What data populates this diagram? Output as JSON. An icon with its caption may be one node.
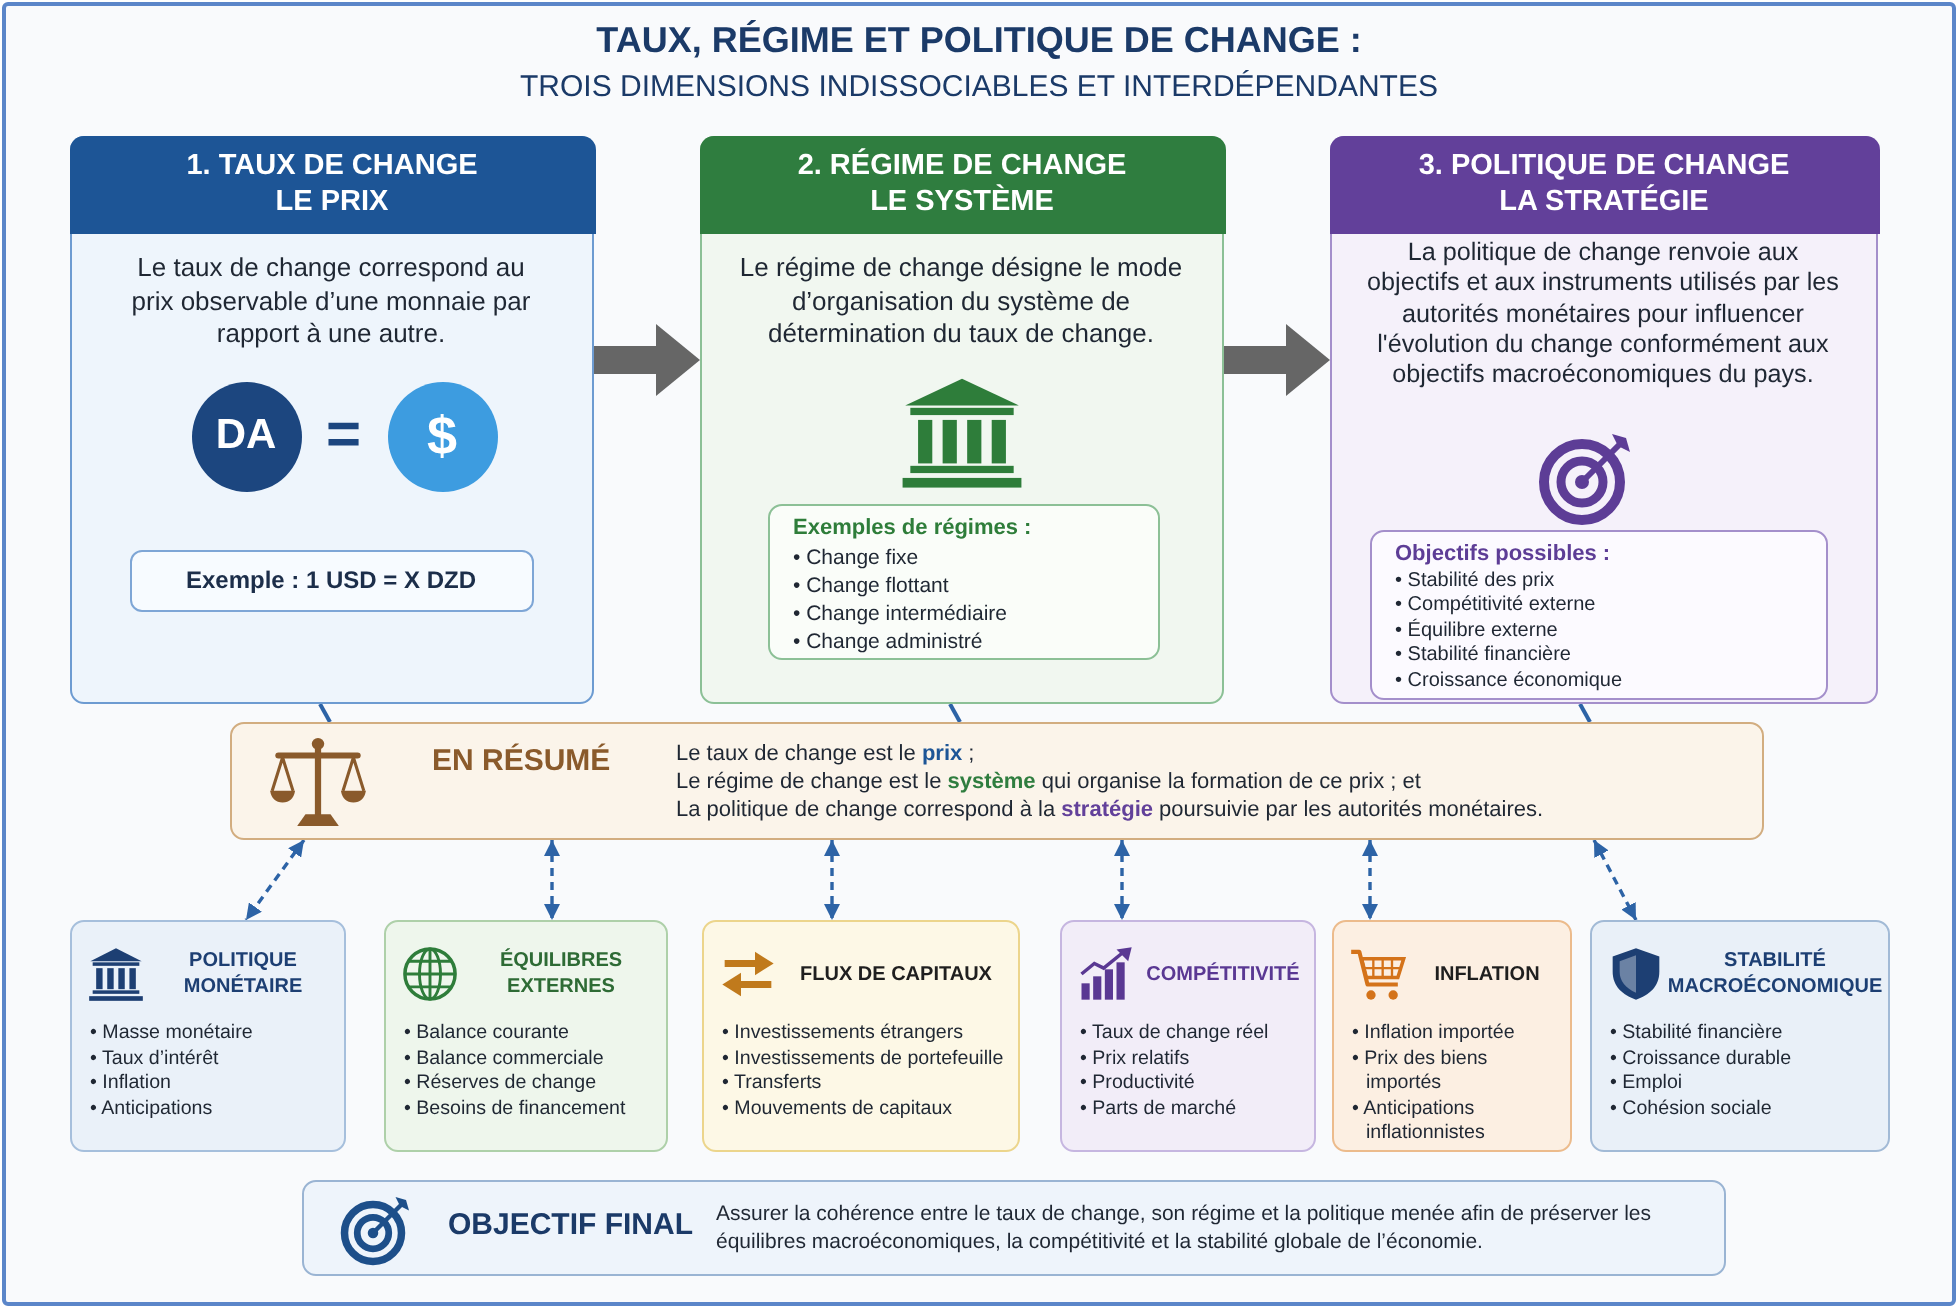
{
  "diagram": {
    "title": "TAUX, RÉGIME ET POLITIQUE DE CHANGE :",
    "nodes": [
      {
        "text": [
          "1. TAUX DE CHANGE LE PRIX",
          "Le taux de change correspond au prix observable d’une monnaie par rapport à une autre."
        ]
      },
      {
        "text": [
          "DA"
        ],
        "in": 0
      },
      {
        "text": [
          "$"
        ],
        "in": 0
      },
      {
        "text": [
          "Exemple : 1 USD = X DZD"
        ],
        "in": 0
      },
      {
        "text": [
          "2. RÉGIME DE CHANGE LE SYSTÈME",
          "Le régime de change désigne le mode d’organisation du système de détermination du taux de change."
        ]
      },
      {
        "text": [
          "Exemples de régimes :",
          "• Change fixe",
          "• Change flottant",
          "• Change intermédiaire",
          "• Change administré"
        ],
        "in": 4
      },
      {
        "text": [
          "3. POLITIQUE DE CHANGE LA STRATÉGIE",
          "La politique de change renvoie aux objectifs et aux instruments utilisés par les autorités monétaires pour influencer l'évolution du change conformément aux objectifs macroéconomiques du pays."
        ]
      },
      {
        "text": [
          "Objectifs possibles :",
          "• Stabilité des prix",
          "• Compétitivité externe",
          "• Équilibre externe",
          "• Stabilité financière",
          "• Croissance économique"
        ],
        "in": 6
      },
      {
        "text": [
          "EN RÉSUMÉ",
          "Le taux de change est le **prix** ;",
          "Le régime de change est le **système** qui organise la formation de ce prix ; et",
          "La politique de change correspond à la **stratégie** poursuivie par les autorités monétaires."
        ]
      },
      {
        "text": [
          "POLITIQUE MONÉTAIRE",
          "• Masse monétaire",
          "• Taux d’intérêt",
          "• Inflation",
          "• Anticipations"
        ]
      },
      {
        "text": [
          "ÉQUILIBRES EXTERNES",
          "• Balance courante",
          "• Balance commerciale",
          "• Réserves de change",
          "• Besoins de financement"
        ]
      },
      {
        "text": [
          "FLUX DE CAPITAUX",
          "• Investissements étrangers",
          "• Investissements de portefeuille",
          "• Transferts",
          "• Mouvements de capitaux"
        ]
      },
      {
        "text": [
          "COMPÉTITIVITÉ",
          "• Taux de change réel",
          "• Prix relatifs",
          "• Productivité",
          "• Parts de marché"
        ]
      },
      {
        "text": [
          "INFLATION",
          "• Inflation importée",
          "• Prix des biens importés",
          "• Anticipations inflationnistes"
        ]
      },
      {
        "text": [
          "STABILITÉ MACROÉCONOMIQUE",
          "• Stabilité financière",
          "• Croissance durable",
          "• Emploi",
          "• Cohésion sociale"
        ]
      },
      {
        "text": [
          "OBJECTIF FINAL",
          "Assurer la cohérence entre le taux de change, son régime et la politique menée afin de préserver les équilibres macroéconomiques, la compétitivité et la stabilité globale de l’économie."
        ]
      }
    ],
    "edges": [
      {
        "from": 0,
        "to": 4,
        "arrow": "to",
        "style": "thick",
        "color": "#666666"
      },
      {
        "from": 4,
        "to": 6,
        "arrow": "to",
        "style": "thick",
        "color": "#666666"
      },
      {
        "from": 0,
        "to": 8,
        "arrow": "none"
      },
      {
        "from": 4,
        "to": 8,
        "arrow": "none"
      },
      {
        "from": 6,
        "to": 8,
        "arrow": "none"
      },
      {
        "from": 8,
        "to": 9,
        "arrow": "both",
        "style": "dashed"
      },
      {
        "from": 8,
        "to": 10,
        "arrow": "both",
        "style": "dashed"
      },
      {
        "from": 8,
        "to": 11,
        "arrow": "both",
        "style": "dashed"
      },
      {
        "from": 8,
        "to": 12,
        "arrow": "both",
        "style": "dashed"
      },
      {
        "from": 8,
        "to": 13,
        "arrow": "both",
        "style": "dashed"
      },
      {
        "from": 8,
        "to": 14,
        "arrow": "both",
        "style": "dashed"
      }
    ],
    "labels": [
      "TROIS DIMENSIONS INDISSOCIABLES ET INTERDÉPENDANTES",
      "="
    ]
  }
}
